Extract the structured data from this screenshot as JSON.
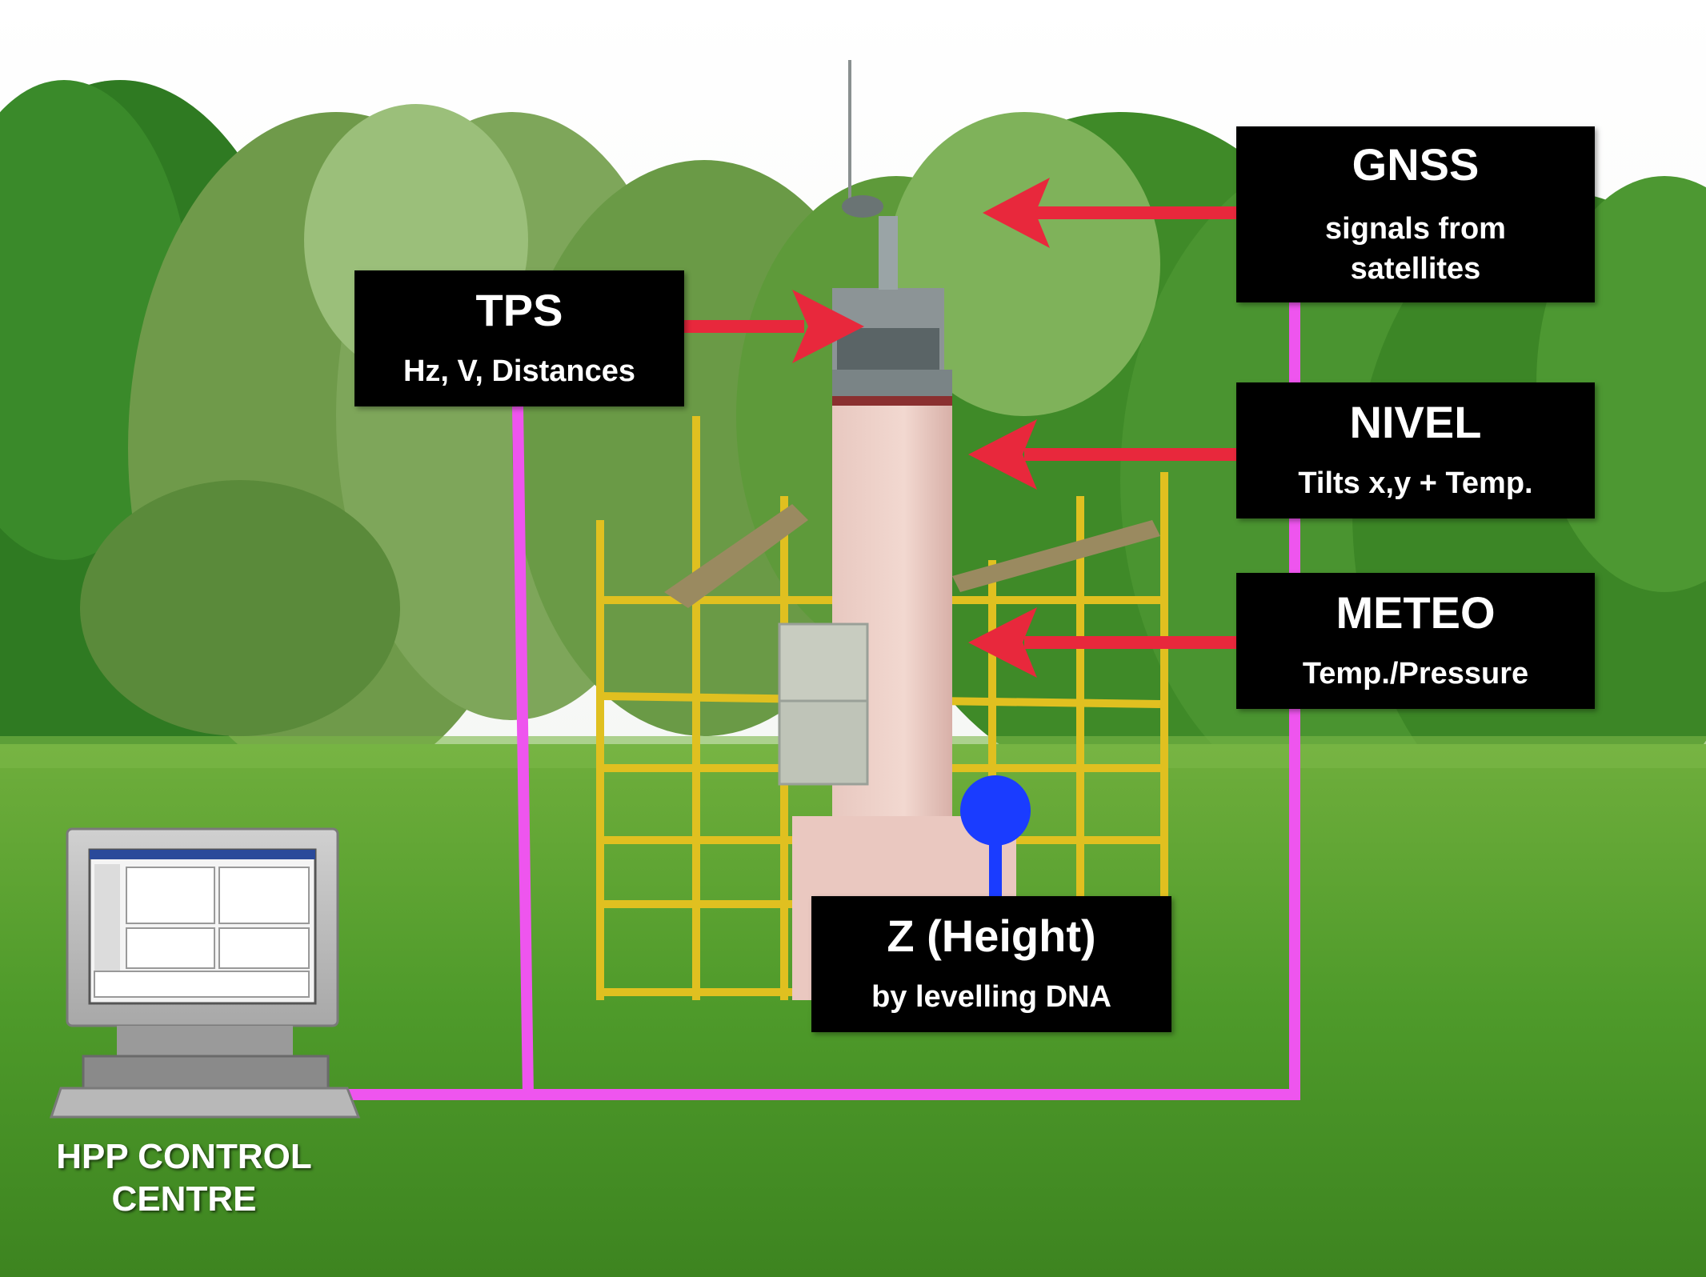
{
  "labels": {
    "tps": {
      "title": "TPS",
      "subtitle": "Hz, V, Distances"
    },
    "gnss": {
      "title": "GNSS",
      "subtitle_line1": "signals from",
      "subtitle_line2": "satellites"
    },
    "nivel": {
      "title": "NIVEL",
      "subtitle": "Tilts x,y + Temp."
    },
    "meteo": {
      "title": "METEO",
      "subtitle": "Temp./Pressure"
    },
    "z": {
      "title": "Z (Height)",
      "subtitle": "by levelling DNA"
    },
    "control_centre": {
      "line1": "HPP CONTROL",
      "line2": "CENTRE"
    }
  },
  "colors": {
    "arrow": "#e8283c",
    "connection_line": "#ee55ee",
    "z_marker": "#1a3cff",
    "label_background": "#000000",
    "label_text": "#ffffff"
  },
  "icons": [
    "computer-icon",
    "antenna-icon"
  ]
}
